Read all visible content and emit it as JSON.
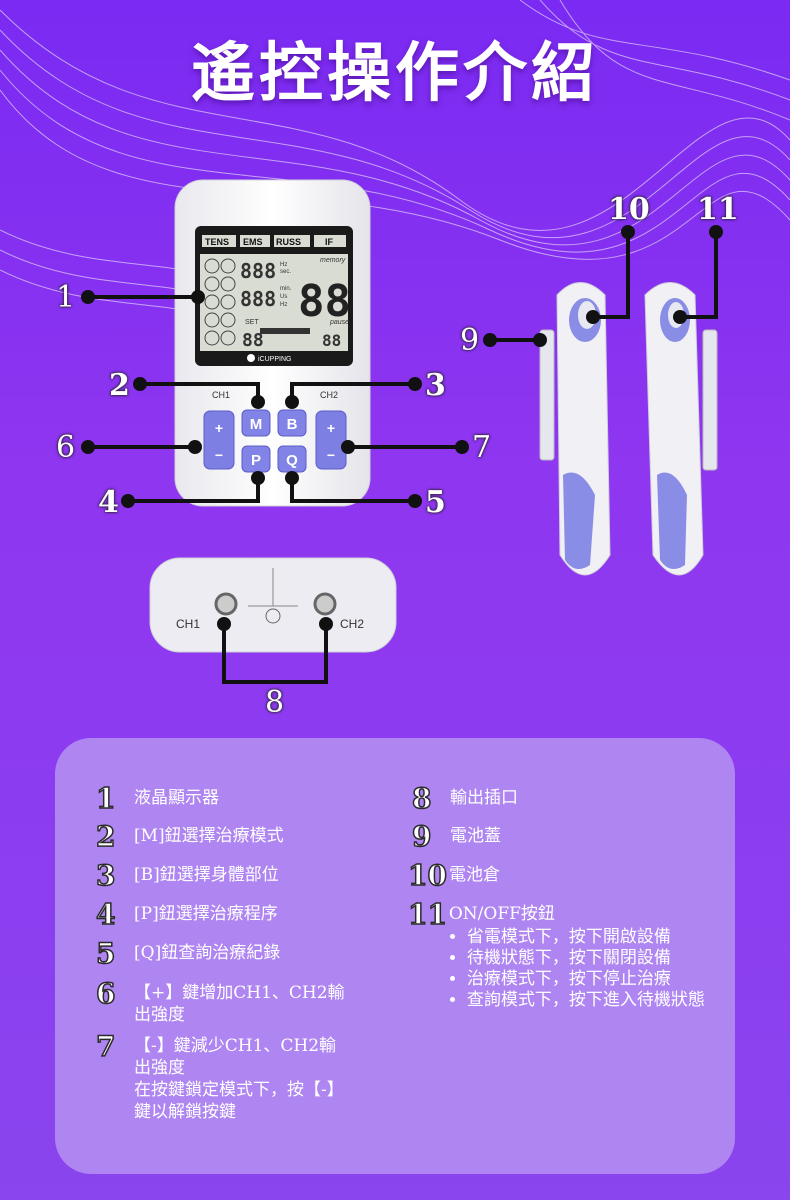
{
  "title": "遙控操作介紹",
  "device": {
    "mode_tabs": [
      "TENS",
      "EMS",
      "RUSS",
      "IF"
    ],
    "memory_label": "memory",
    "lcd_units": [
      "Hz",
      "sec.",
      "min.",
      "Us",
      "Hz"
    ],
    "set_label": "SET",
    "pause_label": "pause",
    "brand": "iCUPPING",
    "ch1": "CH1",
    "ch2": "CH2",
    "keys": {
      "plus": "+",
      "minus": "−",
      "m": "M",
      "b": "B",
      "p": "P",
      "q": "Q"
    }
  },
  "callouts": [
    "1",
    "2",
    "3",
    "4",
    "5",
    "6",
    "7",
    "8",
    "9",
    "10",
    "11"
  ],
  "legend": [
    {
      "num": "1",
      "lines": [
        "液晶顯示器"
      ]
    },
    {
      "num": "2",
      "lines": [
        "[M]鈕選擇治療模式"
      ]
    },
    {
      "num": "3",
      "lines": [
        "[B]鈕選擇身體部位"
      ]
    },
    {
      "num": "4",
      "lines": [
        "[P]鈕選擇治療程序"
      ]
    },
    {
      "num": "5",
      "lines": [
        "[Q]鈕查詢治療紀錄"
      ]
    },
    {
      "num": "6",
      "lines": [
        "【+】鍵增加CH1、CH2輸",
        "出強度"
      ]
    },
    {
      "num": "7",
      "lines": [
        "【-】鍵減少CH1、CH2輸",
        "出強度",
        "在按鍵鎖定模式下，按【-】",
        "鍵以解鎖按鍵"
      ]
    },
    {
      "num": "8",
      "lines": [
        "輸出插口"
      ]
    },
    {
      "num": "9",
      "lines": [
        "電池蓋"
      ]
    },
    {
      "num": "10",
      "lines": [
        "電池倉"
      ]
    },
    {
      "num": "11",
      "lines": [
        "ON/OFF按鈕"
      ],
      "sub": [
        "省電模式下，按下開啟設備",
        "待機狀態下，按下關閉設備",
        "治療模式下，按下停止治療",
        "查詢模式下，按下進入待機狀態"
      ]
    }
  ],
  "colors": {
    "accent": "#8a7be8",
    "bg_top": "#7a2af2",
    "card": "#b18af0"
  }
}
